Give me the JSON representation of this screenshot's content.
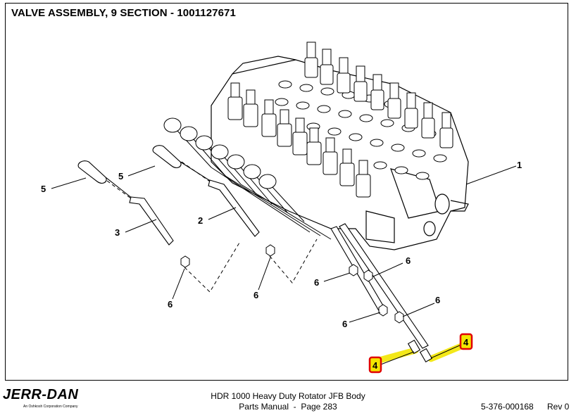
{
  "header": {
    "title": "VALVE ASSEMBLY, 9 SECTION - 1001127671"
  },
  "callouts": {
    "c1": "1",
    "c2": "2",
    "c3": "3",
    "c4a": "4",
    "c4b": "4",
    "c5a": "5",
    "c5b": "5",
    "c6a": "6",
    "c6b": "6",
    "c6c": "6",
    "c6d": "6",
    "c6e": "6",
    "c6f": "6"
  },
  "highlight": {
    "color": "#f2e600",
    "border_color": "#e00000"
  },
  "footer": {
    "brand": "JERR-DAN",
    "brand_tagline": "An Oshkosh Corporation Company",
    "line1": "HDR 1000 Heavy Duty Rotator JFB Body",
    "line2": "Parts Manual  -  Page 283",
    "doc_number": "5-376-000168",
    "revision": "Rev 0"
  }
}
